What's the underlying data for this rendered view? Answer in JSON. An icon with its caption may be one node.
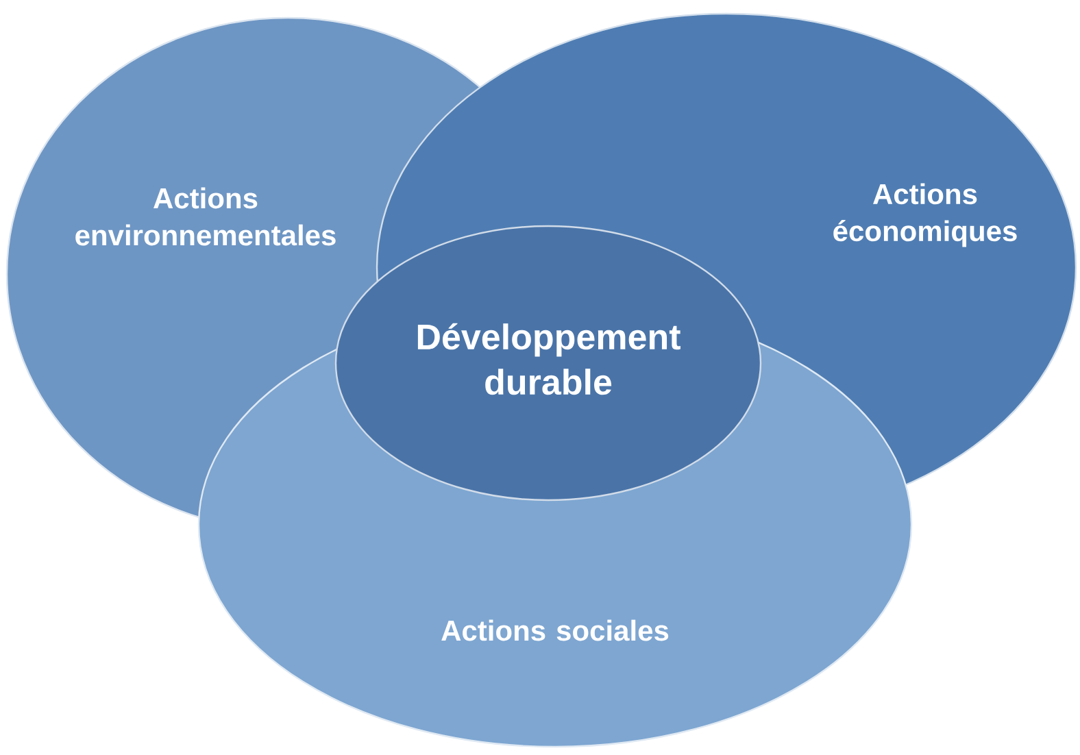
{
  "diagram": {
    "nodes": [
      {
        "text": [
          "Actions environnementales"
        ]
      },
      {
        "text": [
          "Actions économiques"
        ]
      },
      {
        "text": [
          "Actions sociales"
        ]
      },
      {
        "text": [
          "Développement durable"
        ]
      }
    ]
  }
}
